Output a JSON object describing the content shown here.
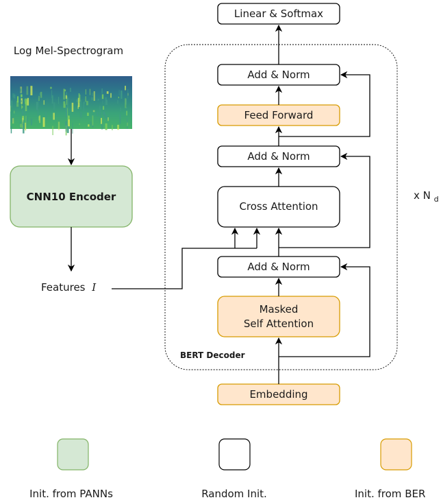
{
  "colors": {
    "white_fill": "#ffffff",
    "orange_fill": "#ffe6cc",
    "orange_stroke": "#d79b00",
    "green_fill": "#d5e8d4",
    "green_stroke": "#82b366",
    "stroke": "#000000"
  },
  "diagram": {
    "spectrogram": {
      "label": "Log Mel-Spectrogram"
    },
    "encoder": {
      "label": "CNN10 Encoder"
    },
    "features": {
      "label": "Features",
      "symbol": "I"
    },
    "decoder": {
      "group_label": "BERT Decoder",
      "repeat_label": "x N",
      "repeat_subscript": "d",
      "blocks": {
        "linear_softmax": "Linear & Softmax",
        "add_norm_top": "Add & Norm",
        "feed_forward": "Feed Forward",
        "add_norm_mid": "Add & Norm",
        "cross_attention": "Cross Attention",
        "add_norm_bottom": "Add & Norm",
        "masked_self_attention_line1": "Masked",
        "masked_self_attention_line2": "Self Attention",
        "embedding": "Embedding"
      }
    }
  },
  "legend": [
    {
      "label": "Init. from PANNs",
      "fill": "#d5e8d4",
      "stroke": "#82b366"
    },
    {
      "label": "Random Init.",
      "fill": "#ffffff",
      "stroke": "#000000"
    },
    {
      "label": "Init. from BER",
      "fill": "#ffe6cc",
      "stroke": "#d79b00"
    }
  ]
}
